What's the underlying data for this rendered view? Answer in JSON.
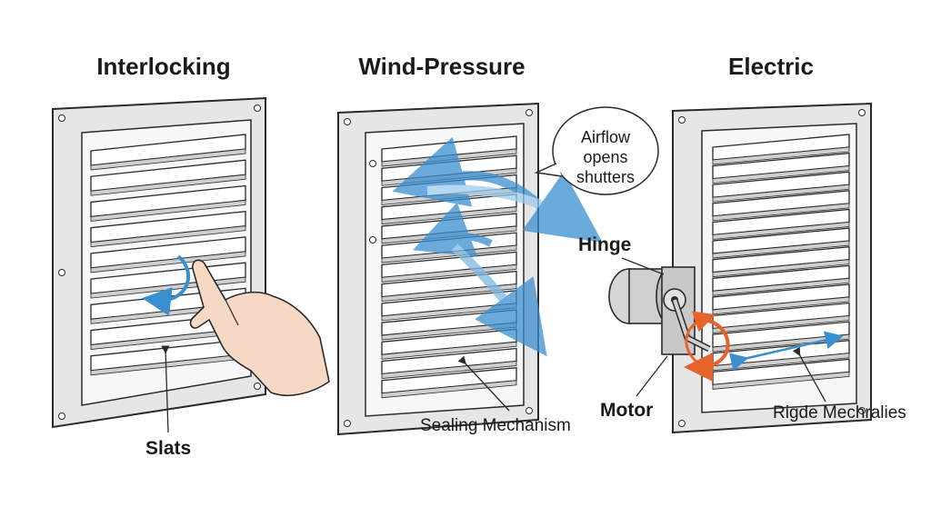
{
  "titles": {
    "interlocking": "Interlocking",
    "wind_pressure": "Wind-Pressure",
    "electric": "Electric"
  },
  "labels": {
    "slats": "Slats",
    "sealing": "Sealing Mechanism",
    "hinge": "Hinge",
    "motor": "Motor",
    "ridge": "Rigde Mechralies",
    "bubble": [
      "Airflow",
      "opens",
      "shutters"
    ]
  },
  "colors": {
    "frame": "#e6e6e6",
    "outline": "#2a2a2a",
    "airflow": "#3a8fd0",
    "rotation": "#e8632a",
    "skin": "#f6d9c4"
  }
}
